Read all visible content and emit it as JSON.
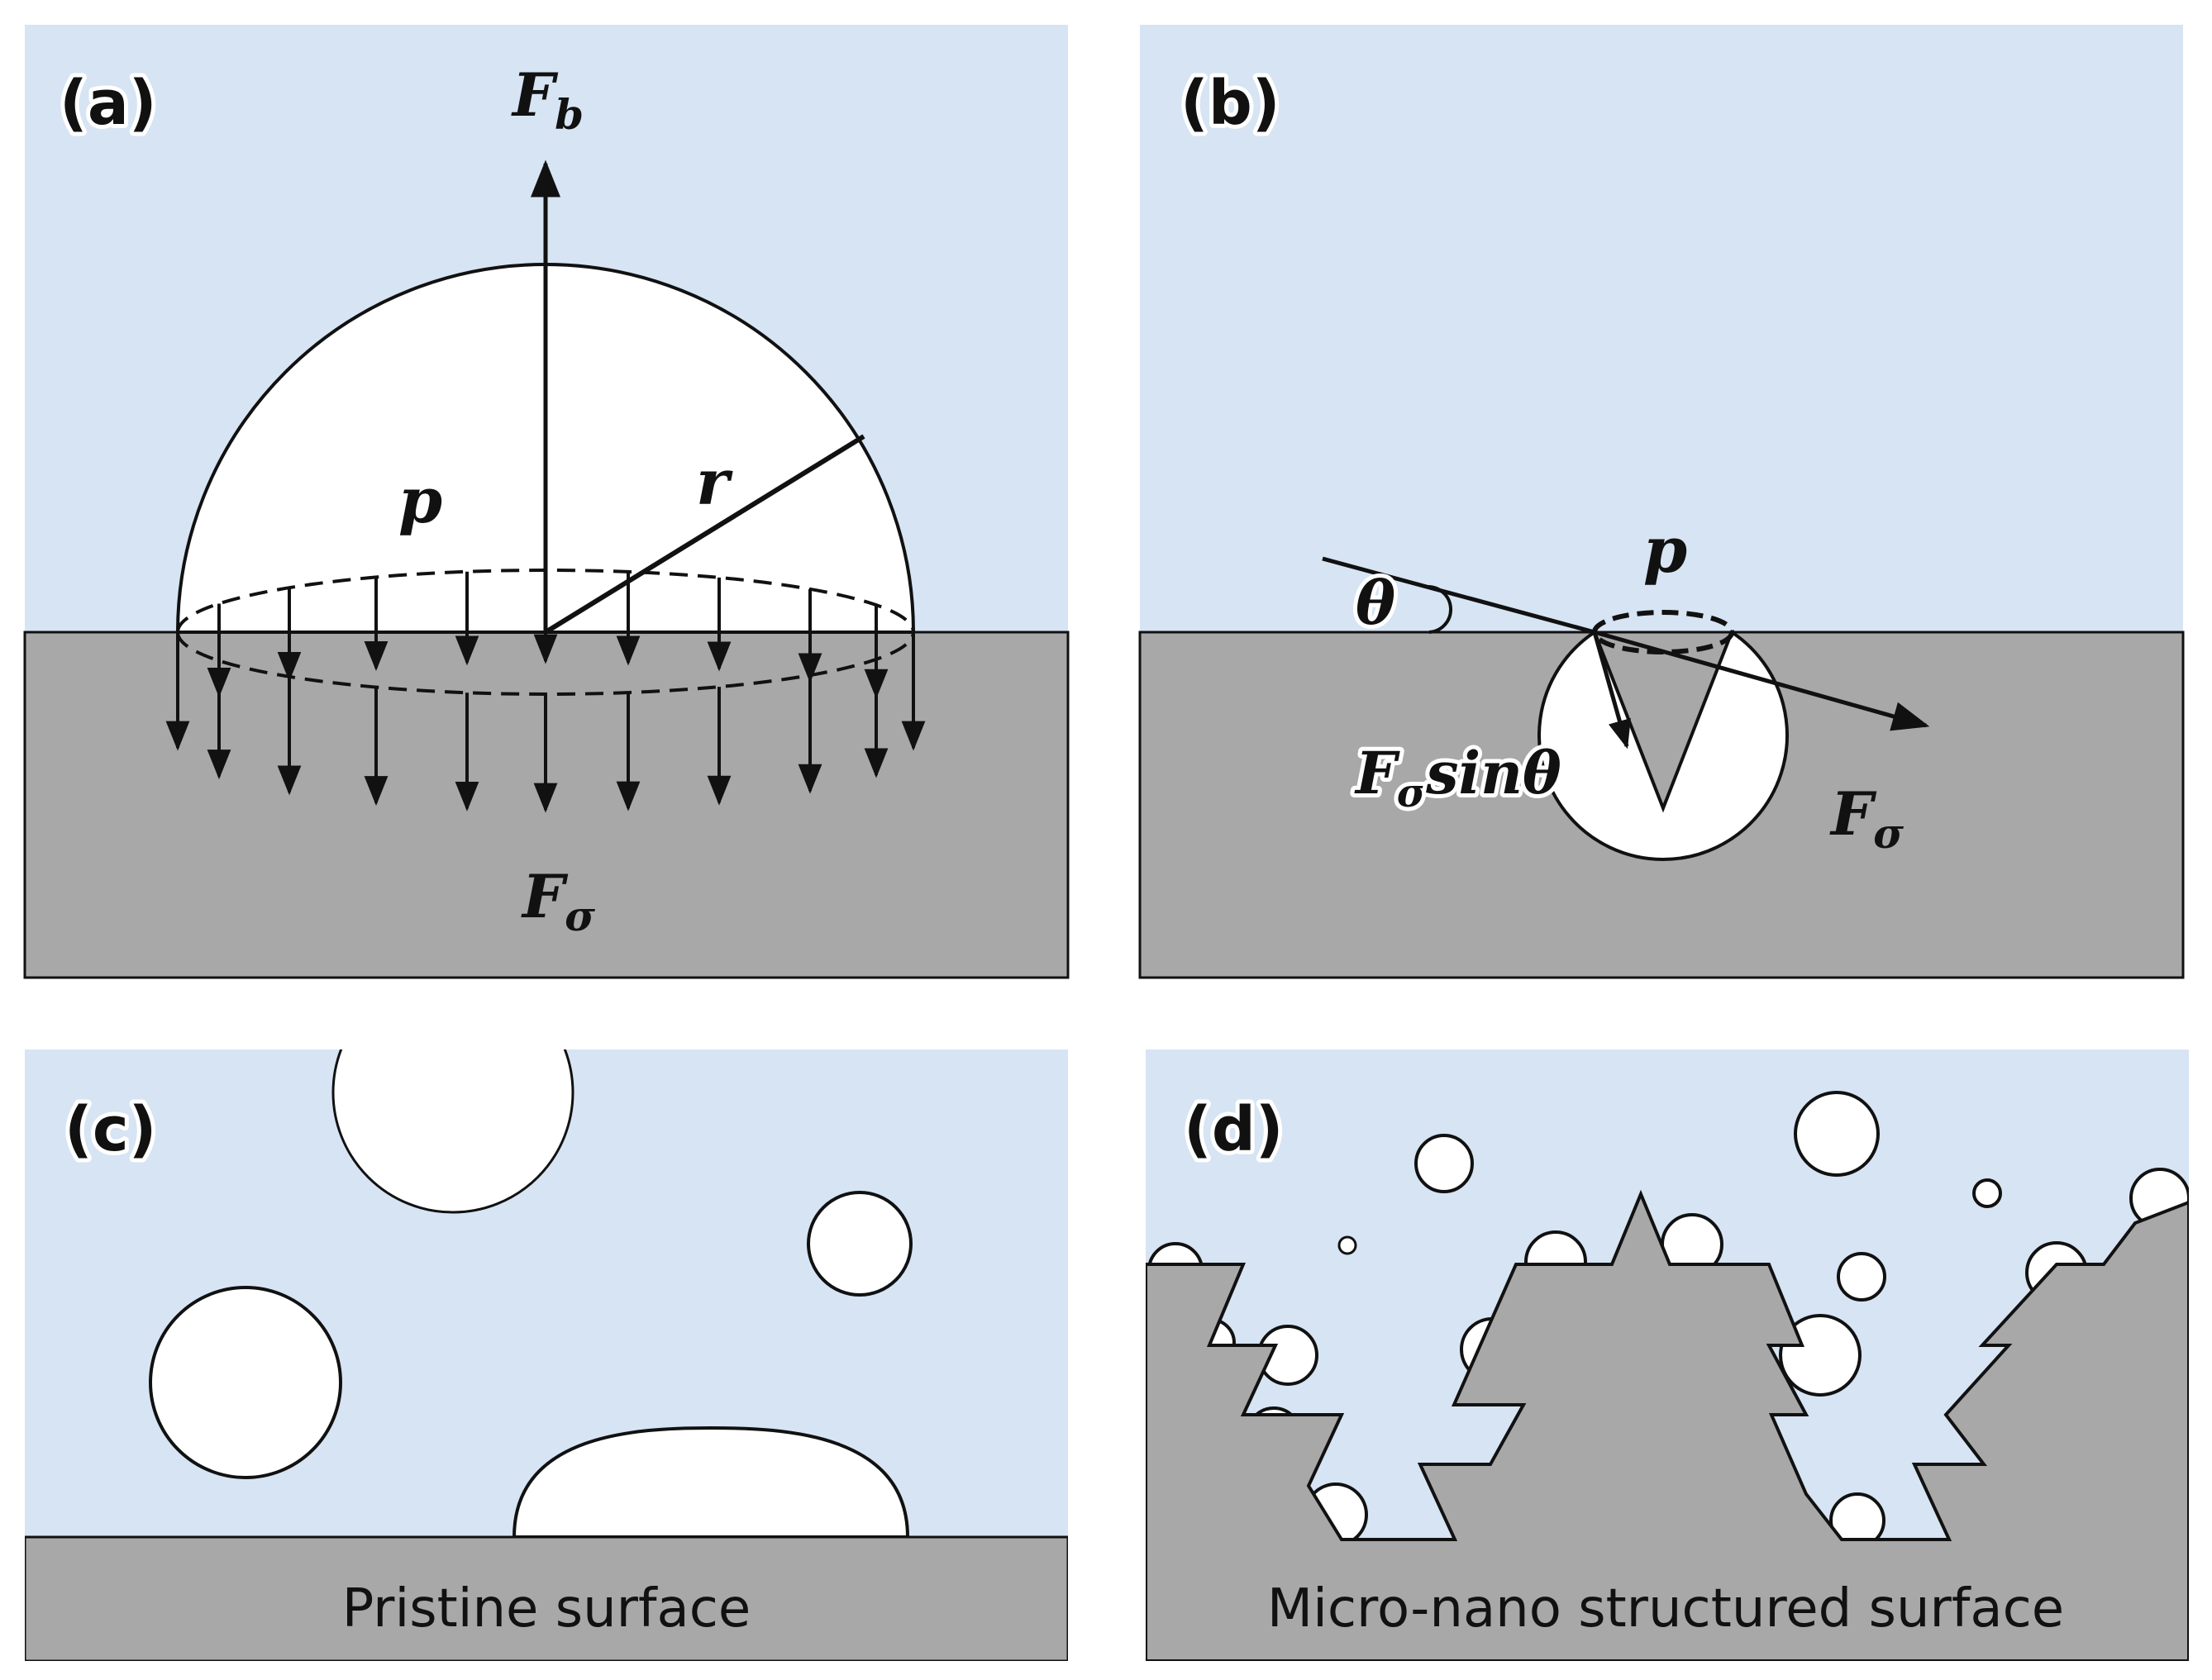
{
  "colors": {
    "liquid": "#d6e4f3",
    "solid": "#a8a8a8",
    "bubble": "#ffffff",
    "line": "#111111"
  },
  "panels": {
    "a": {
      "label": "(a)",
      "force_buoyancy": "F",
      "force_buoyancy_sub": "b",
      "pressure": "p",
      "radius": "r",
      "force_tension": "F",
      "force_tension_sub": "σ"
    },
    "b": {
      "label": "(b)",
      "angle": "θ",
      "pressure": "p",
      "component": "F",
      "component_sub": "σ",
      "component_suffix": "sinθ",
      "force_tension": "F",
      "force_tension_sub": "σ"
    },
    "c": {
      "label": "(c)",
      "caption": "Pristine surface"
    },
    "d": {
      "label": "(d)",
      "caption": "Micro-nano structured surface"
    }
  }
}
